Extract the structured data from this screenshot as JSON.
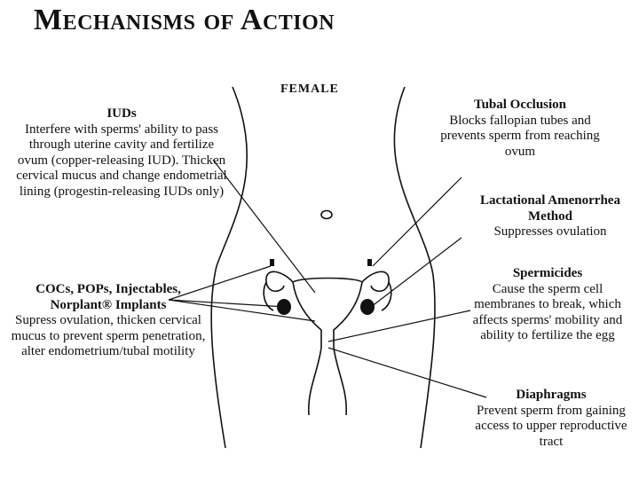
{
  "title": "Mechanisms of Action",
  "figure_label": "FEMALE",
  "iuds": {
    "heading": "IUDs",
    "text": "Interfere with sperms' ability to pass through uterine cavity and fertilize ovum (copper-releasing IUD). Thicken cervical mucus and change endometrial lining (progestin-releasing IUDs only)"
  },
  "hormonal": {
    "heading": "COCs, POPs, Injectables, Norplant® Implants",
    "text": "Supress ovulation, thicken cervical mucus to prevent sperm penetration, alter endometrium/tubal motility"
  },
  "tubal_occlusion": {
    "heading": "Tubal Occlusion",
    "text": "Blocks fallopian tubes and prevents sperm from reaching ovum"
  },
  "lam": {
    "heading": "Lactational Amenorrhea Method",
    "text": "Suppresses ovulation"
  },
  "spermicides": {
    "heading": "Spermicides",
    "text": "Cause the sperm cell membranes to break, which affects sperms' mobility and ability to fertilize the egg"
  },
  "diaphragms": {
    "heading": "Diaphragms",
    "text": "Prevent sperm from gaining access to upper reproductive tract"
  },
  "colors": {
    "ink": "#111111",
    "background": "#ffffff"
  }
}
